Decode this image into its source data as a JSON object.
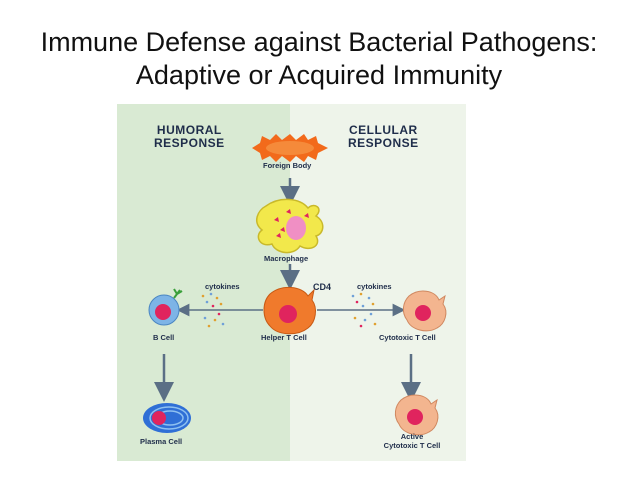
{
  "slide": {
    "title_line1": "Immune Defense against Bacterial Pathogens:",
    "title_line2": "Adaptive or Acquired Immunity"
  },
  "diagram": {
    "humoral_line1": "HUMORAL",
    "humoral_line2": "RESPONSE",
    "cellular_line1": "CELLULAR",
    "cellular_line2": "RESPONSE",
    "foreign_body": "Foreign Body",
    "macrophage": "Macrophage",
    "cytokines_left": "cytokines",
    "cytokines_right": "cytokines",
    "cd4": "CD4",
    "b_cell": "B Cell",
    "helper_t_cell": "Helper T Cell",
    "cytotoxic_t_cell": "Cytotoxic T Cell",
    "plasma_cell": "Plasma Cell",
    "active_line1": "Active",
    "active_line2": "Cytotoxic T Cell",
    "colors": {
      "humoral_bg": "#d9ead3",
      "cellular_bg": "#eef4ea",
      "text": "#1f2d4a",
      "arrow": "#5b6f85",
      "helper": "#f07a2c",
      "nucleus": "#e0245e",
      "macrophage": "#f2e84b",
      "b_cell": "#7db4e6",
      "plasma": "#2f6fd6",
      "cytotoxic": "#f3b58f"
    }
  }
}
